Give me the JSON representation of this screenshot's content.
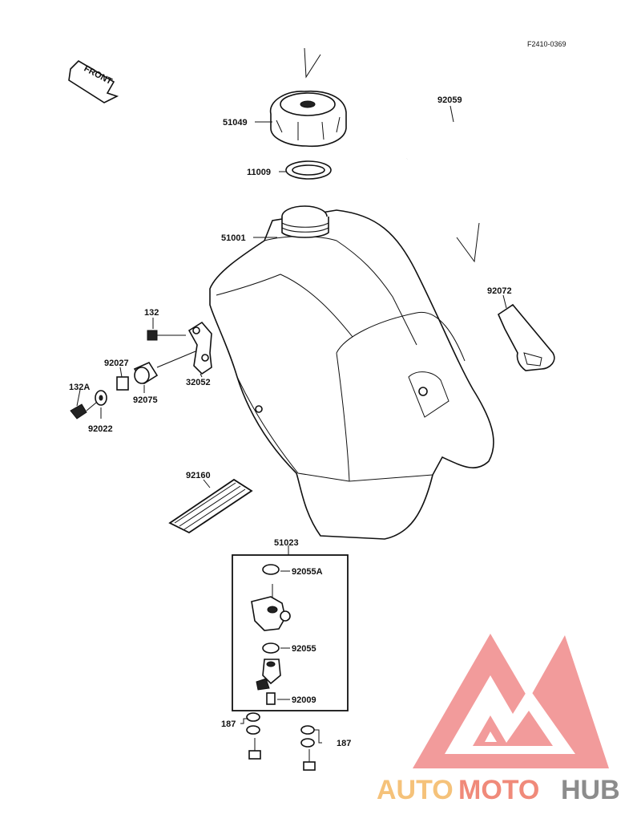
{
  "figure_code": "F2410-0369",
  "front_label": "FRONT",
  "labels": {
    "p51049": "51049",
    "p11009": "11009",
    "p92059": "92059",
    "p51001": "51001",
    "p92072": "92072",
    "p132": "132",
    "p92027": "92027",
    "p132A": "132A",
    "p92075": "92075",
    "p32052": "32052",
    "p92022": "92022",
    "p92160": "92160",
    "p51023": "51023",
    "p92055A": "92055A",
    "p92055": "92055",
    "p92009": "92009",
    "p187_left": "187",
    "p187_right": "187"
  },
  "watermark": {
    "part1": "AUTO",
    "part2": "MOTO",
    "part3": "HUB",
    "colors": {
      "part1": "#f5c27a",
      "part2": "#f08a7a",
      "part3": "#8c8c8c",
      "logo": "#f07f7f"
    }
  }
}
